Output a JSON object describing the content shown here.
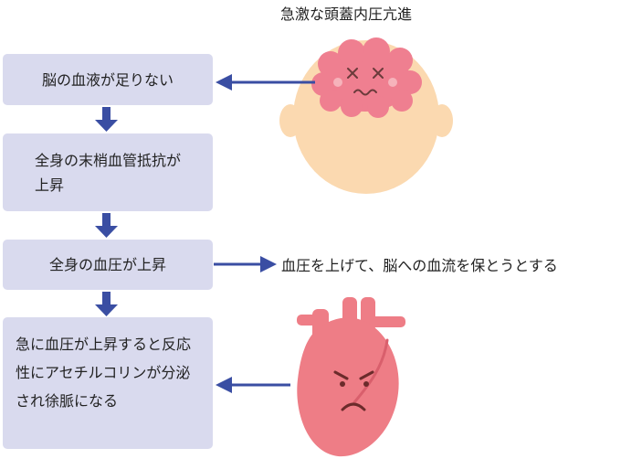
{
  "labels": {
    "head_caption": "急激な頭蓋内圧亢進",
    "blood_flow_caption": "血圧を上げて、脳への血流を保とうとする"
  },
  "steps": [
    {
      "text": "脳の血液が足りない"
    },
    {
      "line1": "全身の末梢血管抵抗が",
      "line2": "上昇"
    },
    {
      "text": "全身の血圧が上昇"
    },
    {
      "text": "急に血圧が上昇すると反応性にアセチルコリンが分泌され徐脈になる"
    }
  ],
  "colors": {
    "box_fill": "#d9daee",
    "arrow": "#3a4ea3",
    "skin": "#fbd9b0",
    "brain": "#ef7f90",
    "heart": "#ee7d86"
  },
  "icons": {
    "head": "head-with-brain-icon",
    "heart": "angry-heart-icon"
  }
}
